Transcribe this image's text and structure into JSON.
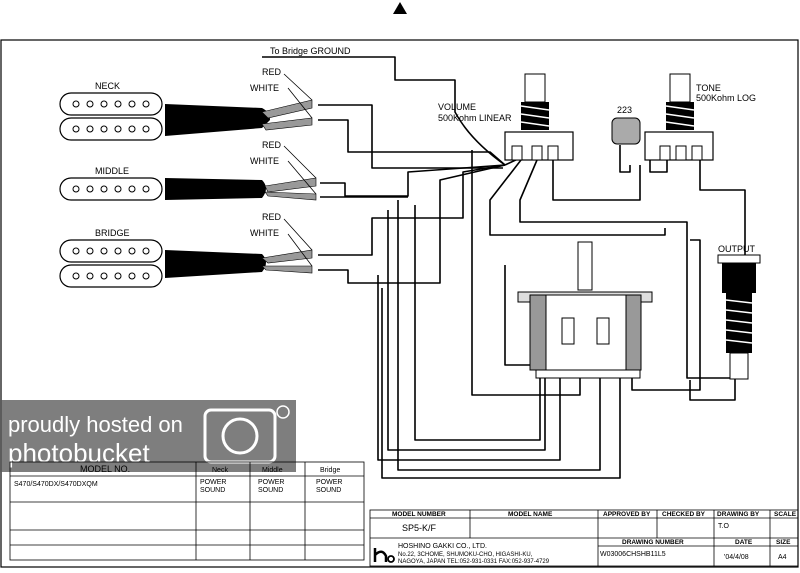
{
  "labels": {
    "bridge_ground": "To Bridge GROUND",
    "red": "RED",
    "white": "WHITE",
    "neck": "NECK",
    "middle": "MIDDLE",
    "bridge": "BRIDGE",
    "volume": "VOLUME",
    "volume_value": "500Kohm LINEAR",
    "tone": "TONE",
    "tone_value": "500Kohm LOG",
    "capacitor": "223",
    "output": "OUTPUT"
  },
  "model_table": {
    "col_model": "MODEL NO.",
    "col_neck": "Neck",
    "col_middle": "Middle",
    "col_bridge": "Bridge",
    "model": "S470/S470DX/S470DXQM",
    "neck": "POWER SOUND",
    "middle": "POWER SOUND",
    "bridge": "POWER SOUND"
  },
  "title_block": {
    "h_model_number": "MODEL NUMBER",
    "h_model_name": "MODEL NAME",
    "h_approved": "APPROVED BY",
    "h_checked": "CHECKED BY",
    "h_drawing": "DRAWING BY",
    "h_scale": "SCALE",
    "model_number": "SP5-K/F",
    "drawing_by": "T.O",
    "company": "HOSHINO GAKKI CO., LTD.",
    "address1": "No.22, 3CHOME, SHUMOKU-CHO, HIGASHI-KU,",
    "address2": "NAGOYA, JAPAN    TEL:052-931-0331  FAX:052-937-4729",
    "h_drawing_number": "DRAWING NUMBER",
    "h_date": "DATE",
    "h_size": "SIZE",
    "drawing_number": "W03006CHSHB11L5",
    "date": "'04/4/08",
    "size": "A4"
  },
  "watermark": {
    "line1": "proudly hosted on",
    "line2": "photobucket"
  }
}
